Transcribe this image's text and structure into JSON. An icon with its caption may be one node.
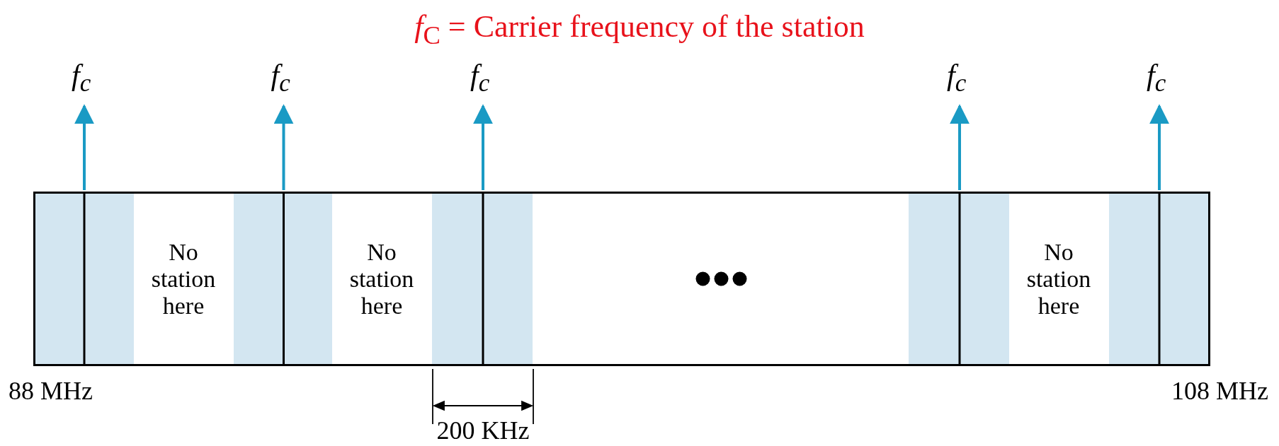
{
  "diagram": {
    "title": "*f*$_{C}$ = Carrier frequency of the station",
    "nodes": [
      {
        "text": [],
        "shape": "box",
        "beside": [
          "f$_{c}$"
        ]
      },
      {
        "text": [
          "No station here"
        ]
      },
      {
        "text": [],
        "shape": "box",
        "beside": [
          "f$_{c}$"
        ]
      },
      {
        "text": [
          "No station here"
        ]
      },
      {
        "text": [],
        "shape": "box",
        "beside": [
          "f$_{c}$"
        ]
      },
      {
        "text": [],
        "shape": "box"
      },
      {
        "text": [],
        "shape": "box",
        "beside": [
          "f$_{c}$"
        ]
      },
      {
        "text": [
          "No station here"
        ]
      },
      {
        "text": [],
        "shape": "box",
        "beside": [
          "f$_{c}$"
        ]
      }
    ],
    "labels": [
      "88 MHz",
      "200 KHz",
      "108 MHz"
    ]
  }
}
